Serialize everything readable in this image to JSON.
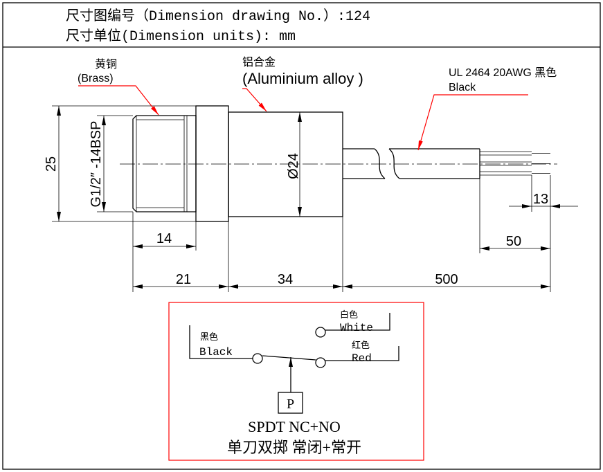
{
  "header": {
    "drawing_no": "尺寸图编号（Dimension drawing No.）:124",
    "units": "尺寸单位(Dimension units): mm"
  },
  "labels": {
    "brass_cn": "黄铜",
    "brass_en": "(Brass)",
    "aluminium_cn": "铝合金",
    "aluminium_en": "(Aluminium alloy )",
    "cable_spec": "UL 2464 20AWG 黑色",
    "cable_color_en": "Black"
  },
  "dimensions": {
    "flange_height": "25",
    "thread": "G1/2″ -14BSP",
    "body_diameter": "Ø24",
    "thread_length": "14",
    "fitting_length": "21",
    "body_length": "34",
    "cable_length": "500",
    "wire_length": "50",
    "strip_length": "13"
  },
  "switch": {
    "black_cn": "黑色",
    "black_en": "Black",
    "white_cn": "白色",
    "white_en": "White",
    "red_cn": "红色",
    "red_en": "Red",
    "actuator": "P",
    "type": "SPDT NC+NO",
    "type_cn": "单刀双掷 常闭+常开"
  },
  "colors": {
    "leader": "#ff0000",
    "line": "#000000",
    "background": "#ffffff"
  }
}
